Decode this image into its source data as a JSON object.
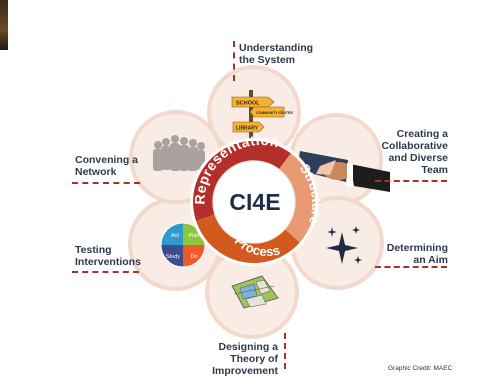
{
  "center_title": "CI4E",
  "ring_segments": {
    "representation": "Representation",
    "structure": "Structure",
    "process": "Process"
  },
  "petals": {
    "understanding": [
      "Understanding",
      "the System"
    ],
    "creating": [
      "Creating a",
      "Collaborative",
      "and Diverse",
      "Team"
    ],
    "determining": [
      "Determining",
      "an Aim"
    ],
    "designing": [
      "Designing a",
      "Theory of",
      "Improvement"
    ],
    "testing": [
      "Testing",
      "Interventions"
    ],
    "convening": [
      "Convening a",
      "Network"
    ]
  },
  "signpost": {
    "school": "SCHOOL",
    "community_center": "COMMUNITY CENTER",
    "library": "LIBRARY"
  },
  "pdsa": {
    "act": "Act",
    "plan": "Plan",
    "study": "Study",
    "do": "Do"
  },
  "credit": "Graphic Credit: MAEC",
  "colors": {
    "petal_fill": "#f8ece4",
    "petal_stroke": "#f2d9cb",
    "representation": "#b52f2a",
    "structure": "#e89a73",
    "process": "#d25a1f",
    "navy": "#1e2c48",
    "dash": "#a8322b"
  }
}
